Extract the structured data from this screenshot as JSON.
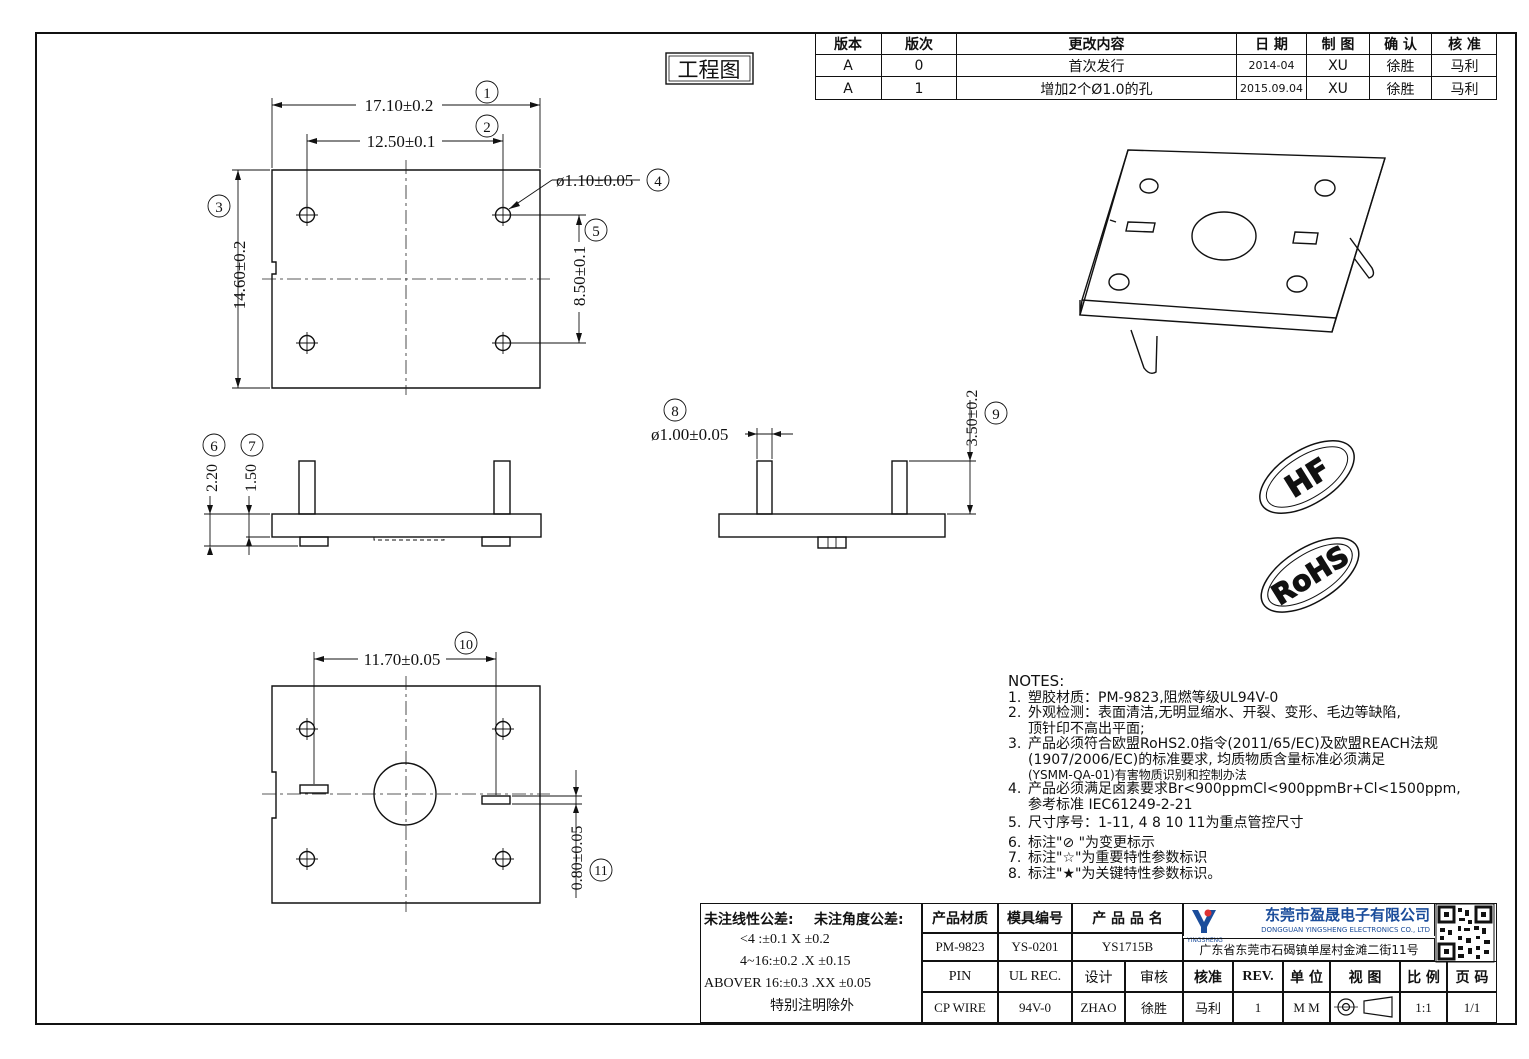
{
  "title_stamp": "工程图",
  "revision_table": {
    "headers": [
      "版本",
      "版次",
      "更改内容",
      "日 期",
      "制 图",
      "确 认",
      "核 准"
    ],
    "rows": [
      [
        "A",
        "0",
        "首次发行",
        "2014-04",
        "XU",
        "徐胜",
        "马利"
      ],
      [
        "A",
        "1",
        "增加2个Ø1.0的孔",
        "2015.09.04",
        "XU",
        "徐胜",
        "马利"
      ]
    ]
  },
  "dimensions": {
    "d1": {
      "label": "17.10±0.2",
      "index": "1"
    },
    "d2": {
      "label": "12.50±0.1",
      "index": "2"
    },
    "d3": {
      "label": "14.60±0.2",
      "index": "3"
    },
    "d4": {
      "label": "ø1.10±0.05",
      "index": "4"
    },
    "d5": {
      "label": "8.50±0.1",
      "index": "5"
    },
    "d6": {
      "label": "2.20",
      "index": "6"
    },
    "d7": {
      "label": "1.50",
      "index": "7"
    },
    "d8": {
      "label": "ø1.00±0.05",
      "index": "8"
    },
    "d9": {
      "label": "3.50±0.2",
      "index": "9"
    },
    "d10": {
      "label": "11.70±0.05",
      "index": "10"
    },
    "d11": {
      "label": "0.80±0.05",
      "index": "11"
    }
  },
  "certifications": {
    "hf": "HF",
    "rohs": "RoHS"
  },
  "notes": {
    "heading": "NOTES:",
    "items": [
      {
        "num": "1.",
        "lines": [
          "塑胶材质：PM-9823,阻燃等级UL94V-0"
        ]
      },
      {
        "num": "2.",
        "lines": [
          "外观检测：表面清洁,无明显缩水、开裂、变形、毛边等缺陷,",
          "顶针印不高出平面;"
        ]
      },
      {
        "num": "3.",
        "lines": [
          "产品必须符合欧盟RoHS2.0指令(2011/65/EC)及欧盟REACH法规",
          "(1907/2006/EC)的标准要求, 均质物质含量标准必须满足",
          "(YSMM-QA-01)有害物质识别和控制办法"
        ]
      },
      {
        "num": "4.",
        "lines": [
          "产品必须满足卤素要求Br<900ppmCl<900ppmBr+Cl<1500ppm,",
          "参考标准 IEC61249-2-21"
        ]
      },
      {
        "num": "5.",
        "lines": [
          "尺寸序号：1-11, 4 8 10 11为重点管控尺寸"
        ]
      },
      {
        "num": "6.",
        "lines": [
          "标注\"⊘ \"为变更标示"
        ]
      },
      {
        "num": "7.",
        "lines": [
          "标注\"☆\"为重要特性参数标识"
        ]
      },
      {
        "num": "8.",
        "lines": [
          "标注\"★\"为关键特性参数标识。"
        ]
      }
    ]
  },
  "tolerance": {
    "linear_label": "未注线性公差:",
    "angle_label": "未注角度公差:",
    "lines": [
      "<4 :±0.1  X ±0.2",
      "4~16:±0.2  .X ±0.15",
      "ABOVER 16:±0.3  .XX ±0.05"
    ],
    "footer": "特别注明除外"
  },
  "title_block": {
    "h_material": "产品材质",
    "h_mold": "模具编号",
    "h_name": "产 品 品 名",
    "material": "PM-9823",
    "mold": "YS-0201",
    "name": "YS1715B",
    "company_cn": "东莞市盈晟电子有限公司",
    "company_en": "DONGGUAN YINGSHENG ELECTRONICS CO., LTD",
    "logo_text": "YINGSHENG",
    "address": "广东省东莞市石碣镇单屋村金滩二街11号",
    "r3": [
      "PIN",
      "UL REC.",
      "设计",
      "审核",
      "核准",
      "REV.",
      "单 位",
      "视 图",
      "比 例",
      "页 码"
    ],
    "r4": [
      "CP WIRE",
      "94V-0",
      "ZHAO",
      "徐胜",
      "马利",
      "1",
      "M M",
      "",
      "1:1",
      "1/1"
    ]
  }
}
